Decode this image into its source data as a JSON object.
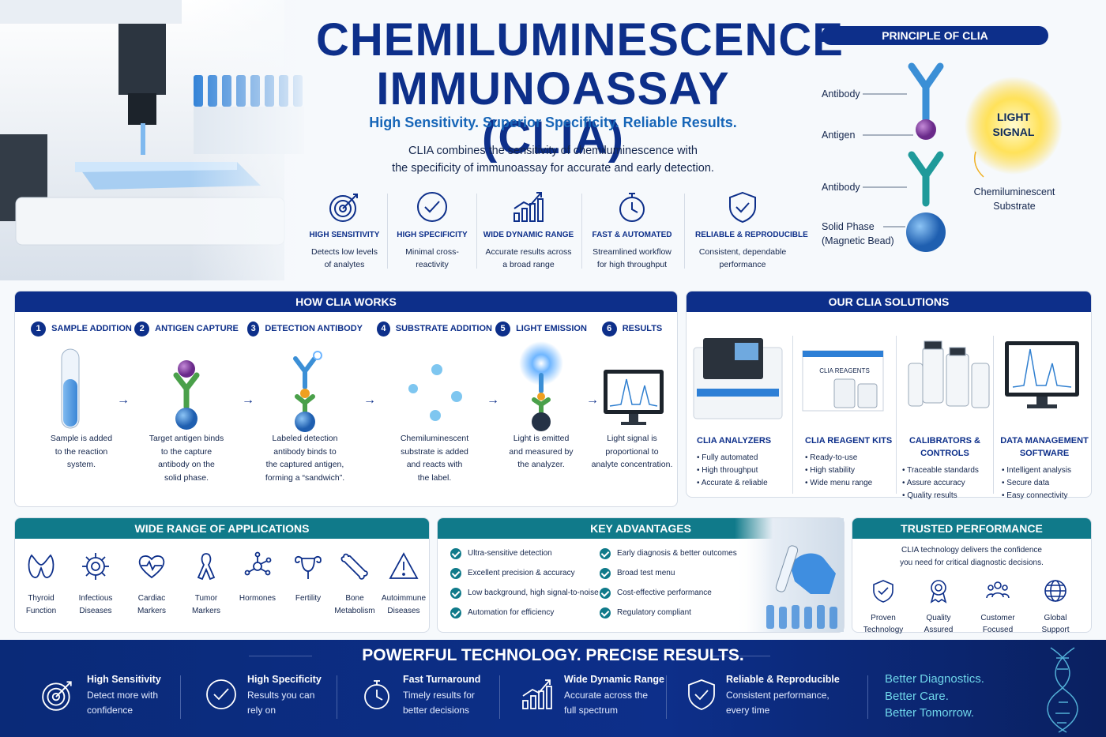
{
  "hero": {
    "title_line1": "CHEMILUMINESCENCE",
    "title_line2": "IMMUNOASSAY (CLIA)",
    "tagline": "High Sensitivity. Superior Specificity. Reliable Results.",
    "intro_line1": "CLIA combines the sensitivity of chemiluminescence with",
    "intro_line2": "the specificity of immunoassay for accurate and early detection.",
    "features": [
      {
        "icon": "target-icon",
        "title": "HIGH SENSITIVITY",
        "d1": "Detects low levels",
        "d2": "of analytes"
      },
      {
        "icon": "check-circle-icon",
        "title": "HIGH SPECIFICITY",
        "d1": "Minimal cross-",
        "d2": "reactivity"
      },
      {
        "icon": "bar-chart-icon",
        "title": "WIDE DYNAMIC RANGE",
        "d1": "Accurate results across",
        "d2": "a broad range"
      },
      {
        "icon": "stopwatch-icon",
        "title": "FAST & AUTOMATED",
        "d1": "Streamlined workflow",
        "d2": "for high throughput"
      },
      {
        "icon": "shield-check-icon",
        "title": "RELIABLE & REPRODUCIBLE",
        "d1": "Consistent, dependable",
        "d2": "performance"
      }
    ]
  },
  "principle": {
    "title": "PRINCIPLE OF CLIA",
    "label_antibody_top": "Antibody",
    "label_antigen": "Antigen",
    "label_antibody_bottom": "Antibody",
    "label_solid_1": "Solid Phase",
    "label_solid_2": "(Magnetic Bead)",
    "light_1": "LIGHT",
    "light_2": "SIGNAL",
    "substrate_1": "Chemiluminescent",
    "substrate_2": "Substrate",
    "colors": {
      "antibody_top": "#3b8fd6",
      "antigen": "#8a3fa8",
      "antibody_bottom": "#1f9a9a",
      "bead": "#2f7fd0",
      "light": "#ffd21f"
    }
  },
  "how": {
    "title": "HOW CLIA WORKS",
    "steps": [
      {
        "num": "1",
        "title": "SAMPLE ADDITION",
        "l1": "Sample is added",
        "l2": "to the reaction",
        "l3": "system.",
        "l4": ""
      },
      {
        "num": "2",
        "title": "ANTIGEN CAPTURE",
        "l1": "Target antigen binds",
        "l2": "to the capture",
        "l3": "antibody on the",
        "l4": "solid phase."
      },
      {
        "num": "3",
        "title": "DETECTION ANTIBODY",
        "l1": "Labeled detection",
        "l2": "antibody binds to",
        "l3": "the captured antigen,",
        "l4": "forming a “sandwich”."
      },
      {
        "num": "4",
        "title": "SUBSTRATE ADDITION",
        "l1": "Chemiluminescent",
        "l2": "substrate is added",
        "l3": "and reacts with",
        "l4": "the label."
      },
      {
        "num": "5",
        "title": "LIGHT EMISSION",
        "l1": "Light is emitted",
        "l2": "and measured by",
        "l3": "the analyzer.",
        "l4": ""
      },
      {
        "num": "6",
        "title": "RESULTS",
        "l1": "Light signal is",
        "l2": "proportional to",
        "l3": "analyte concentration.",
        "l4": ""
      }
    ],
    "arrow": "→"
  },
  "solutions": {
    "title": "OUR CLIA SOLUTIONS",
    "items": [
      {
        "h1": "CLIA ANALYZERS",
        "h2": "",
        "b": [
          "• Fully automated",
          "• High throughput",
          "• Accurate & reliable"
        ]
      },
      {
        "h1": "CLIA REAGENT KITS",
        "h2": "",
        "box_text": "CLIA REAGENTS",
        "b": [
          "• Ready-to-use",
          "• High stability",
          "• Wide menu range"
        ]
      },
      {
        "h1": "CALIBRATORS &",
        "h2": "CONTROLS",
        "b": [
          "• Traceable standards",
          "• Assure accuracy",
          "• Quality results"
        ]
      },
      {
        "h1": "DATA MANAGEMENT",
        "h2": "SOFTWARE",
        "b": [
          "• Intelligent analysis",
          "• Secure data",
          "• Easy connectivity"
        ]
      }
    ]
  },
  "applications": {
    "title": "WIDE RANGE OF APPLICATIONS",
    "items": [
      {
        "icon": "thyroid-icon",
        "l1": "Thyroid",
        "l2": "Function"
      },
      {
        "icon": "virus-icon",
        "l1": "Infectious",
        "l2": "Diseases"
      },
      {
        "icon": "heart-pulse-icon",
        "l1": "Cardiac",
        "l2": "Markers"
      },
      {
        "icon": "ribbon-icon",
        "l1": "Tumor",
        "l2": "Markers"
      },
      {
        "icon": "molecule-icon",
        "l1": "Hormones",
        "l2": ""
      },
      {
        "icon": "uterus-icon",
        "l1": "Fertility",
        "l2": ""
      },
      {
        "icon": "bone-icon",
        "l1": "Bone",
        "l2": "Metabolism"
      },
      {
        "icon": "warning-icon",
        "l1": "Autoimmune",
        "l2": "Diseases"
      }
    ]
  },
  "advantages": {
    "title": "KEY ADVANTAGES",
    "left": [
      "Ultra-sensitive detection",
      "Excellent precision & accuracy",
      "Low background, high signal-to-noise",
      "Automation for efficiency"
    ],
    "right": [
      "Early diagnosis & better outcomes",
      "Broad test menu",
      "Cost-effective performance",
      "Regulatory compliant"
    ]
  },
  "trusted": {
    "title": "TRUSTED PERFORMANCE",
    "d1": "CLIA technology delivers the confidence",
    "d2": "you need for critical diagnostic decisions.",
    "items": [
      {
        "icon": "shield-check-icon",
        "l1": "Proven",
        "l2": "Technology"
      },
      {
        "icon": "award-icon",
        "l1": "Quality",
        "l2": "Assured"
      },
      {
        "icon": "people-icon",
        "l1": "Customer",
        "l2": "Focused"
      },
      {
        "icon": "globe-icon",
        "l1": "Global",
        "l2": "Support"
      }
    ]
  },
  "footer": {
    "title": "POWERFUL TECHNOLOGY. PRECISE RESULTS.",
    "items": [
      {
        "icon": "target-icon",
        "h": "High Sensitivity",
        "d1": "Detect more with",
        "d2": "confidence"
      },
      {
        "icon": "check-circle-icon",
        "h": "High Specificity",
        "d1": "Results you can",
        "d2": "rely on"
      },
      {
        "icon": "stopwatch-icon",
        "h": "Fast Turnaround",
        "d1": "Timely results for",
        "d2": "better decisions"
      },
      {
        "icon": "bar-chart-icon",
        "h": "Wide Dynamic Range",
        "d1": "Accurate across the",
        "d2": "full spectrum"
      },
      {
        "icon": "shield-check-icon",
        "h": "Reliable & Reproducible",
        "d1": "Consistent performance,",
        "d2": "every time"
      }
    ],
    "slogan": [
      "Better Diagnostics.",
      "Better Care.",
      "Better Tomorrow."
    ]
  }
}
